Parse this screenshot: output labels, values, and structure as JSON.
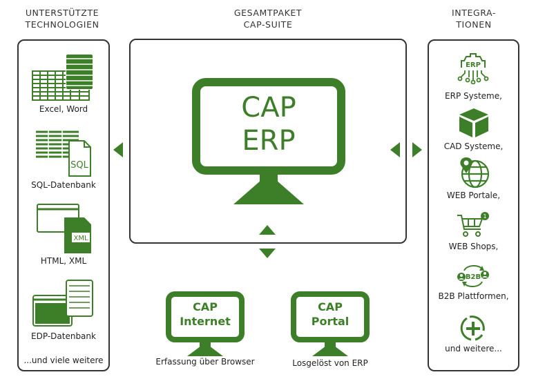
{
  "headings": {
    "left": [
      "UNTERSTÜTZTE",
      "TECHNOLOGIEN"
    ],
    "center": [
      "GESAMTPAKET",
      "CAP-SUITE"
    ],
    "right": [
      "INTEGRA-",
      "TIONEN"
    ]
  },
  "technologies": [
    {
      "label": "Excel, Word",
      "icon": "spreadsheet-document-icon"
    },
    {
      "label": "SQL-Datenbank",
      "icon": "sql-database-icon",
      "badge": "SQL"
    },
    {
      "label": "HTML, XML",
      "icon": "html-xml-icon",
      "badge": "XML"
    },
    {
      "label": "EDP-Datenbank",
      "icon": "edp-database-icon"
    },
    {
      "label": "...und viele weitere"
    }
  ],
  "main_product": {
    "line1": "CAP",
    "line2": "ERP"
  },
  "sub_products": [
    {
      "line1": "CAP",
      "line2": "Internet",
      "caption": "Erfassung über Browser"
    },
    {
      "line1": "CAP",
      "line2": "Portal",
      "caption": "Losgelöst von ERP"
    }
  ],
  "integrations": [
    {
      "label": "ERP Systeme,",
      "icon": "erp-gear-icon",
      "badge": "ERP"
    },
    {
      "label": "CAD Systeme,",
      "icon": "cube-icon"
    },
    {
      "label": "WEB Portale,",
      "icon": "globe-location-icon"
    },
    {
      "label": "WEB Shops,",
      "icon": "shopping-cart-icon",
      "badge": "1"
    },
    {
      "label": "B2B Plattformen,",
      "icon": "b2b-exchange-icon",
      "badge": "B2B"
    },
    {
      "label": "und weitere...",
      "icon": "plus-circle-icon"
    }
  ],
  "colors": {
    "accent": "#3d7f28",
    "border": "#333333"
  }
}
